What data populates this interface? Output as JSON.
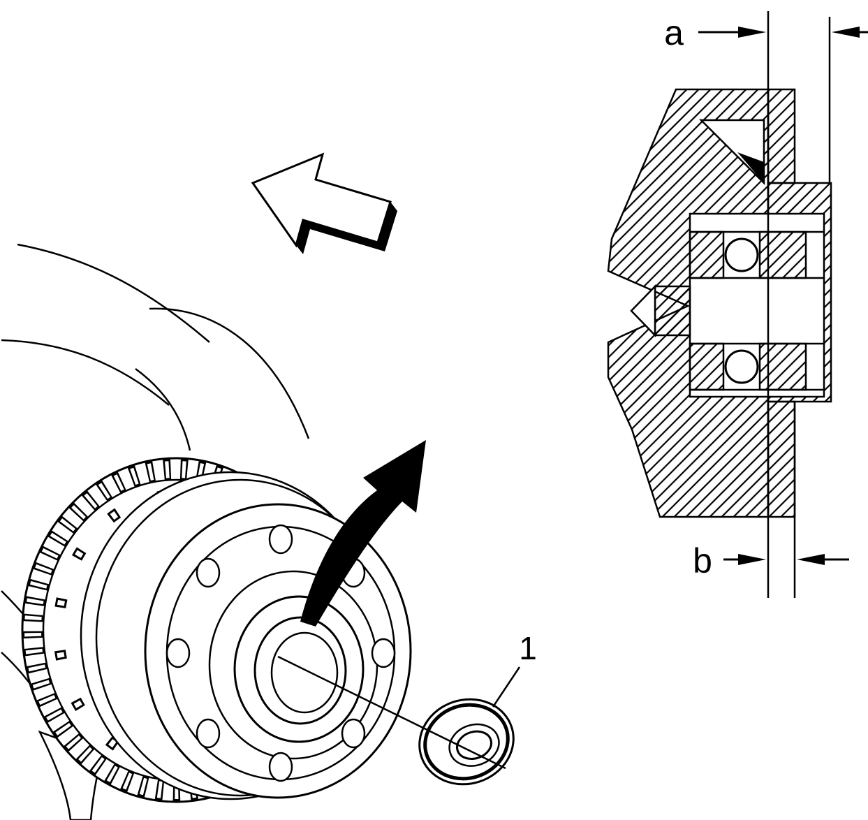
{
  "figure": {
    "labels": {
      "dimension_a": "a",
      "dimension_b": "b",
      "part_1": "1"
    },
    "colors": {
      "ink": "#000000",
      "paper": "#ffffff"
    }
  }
}
